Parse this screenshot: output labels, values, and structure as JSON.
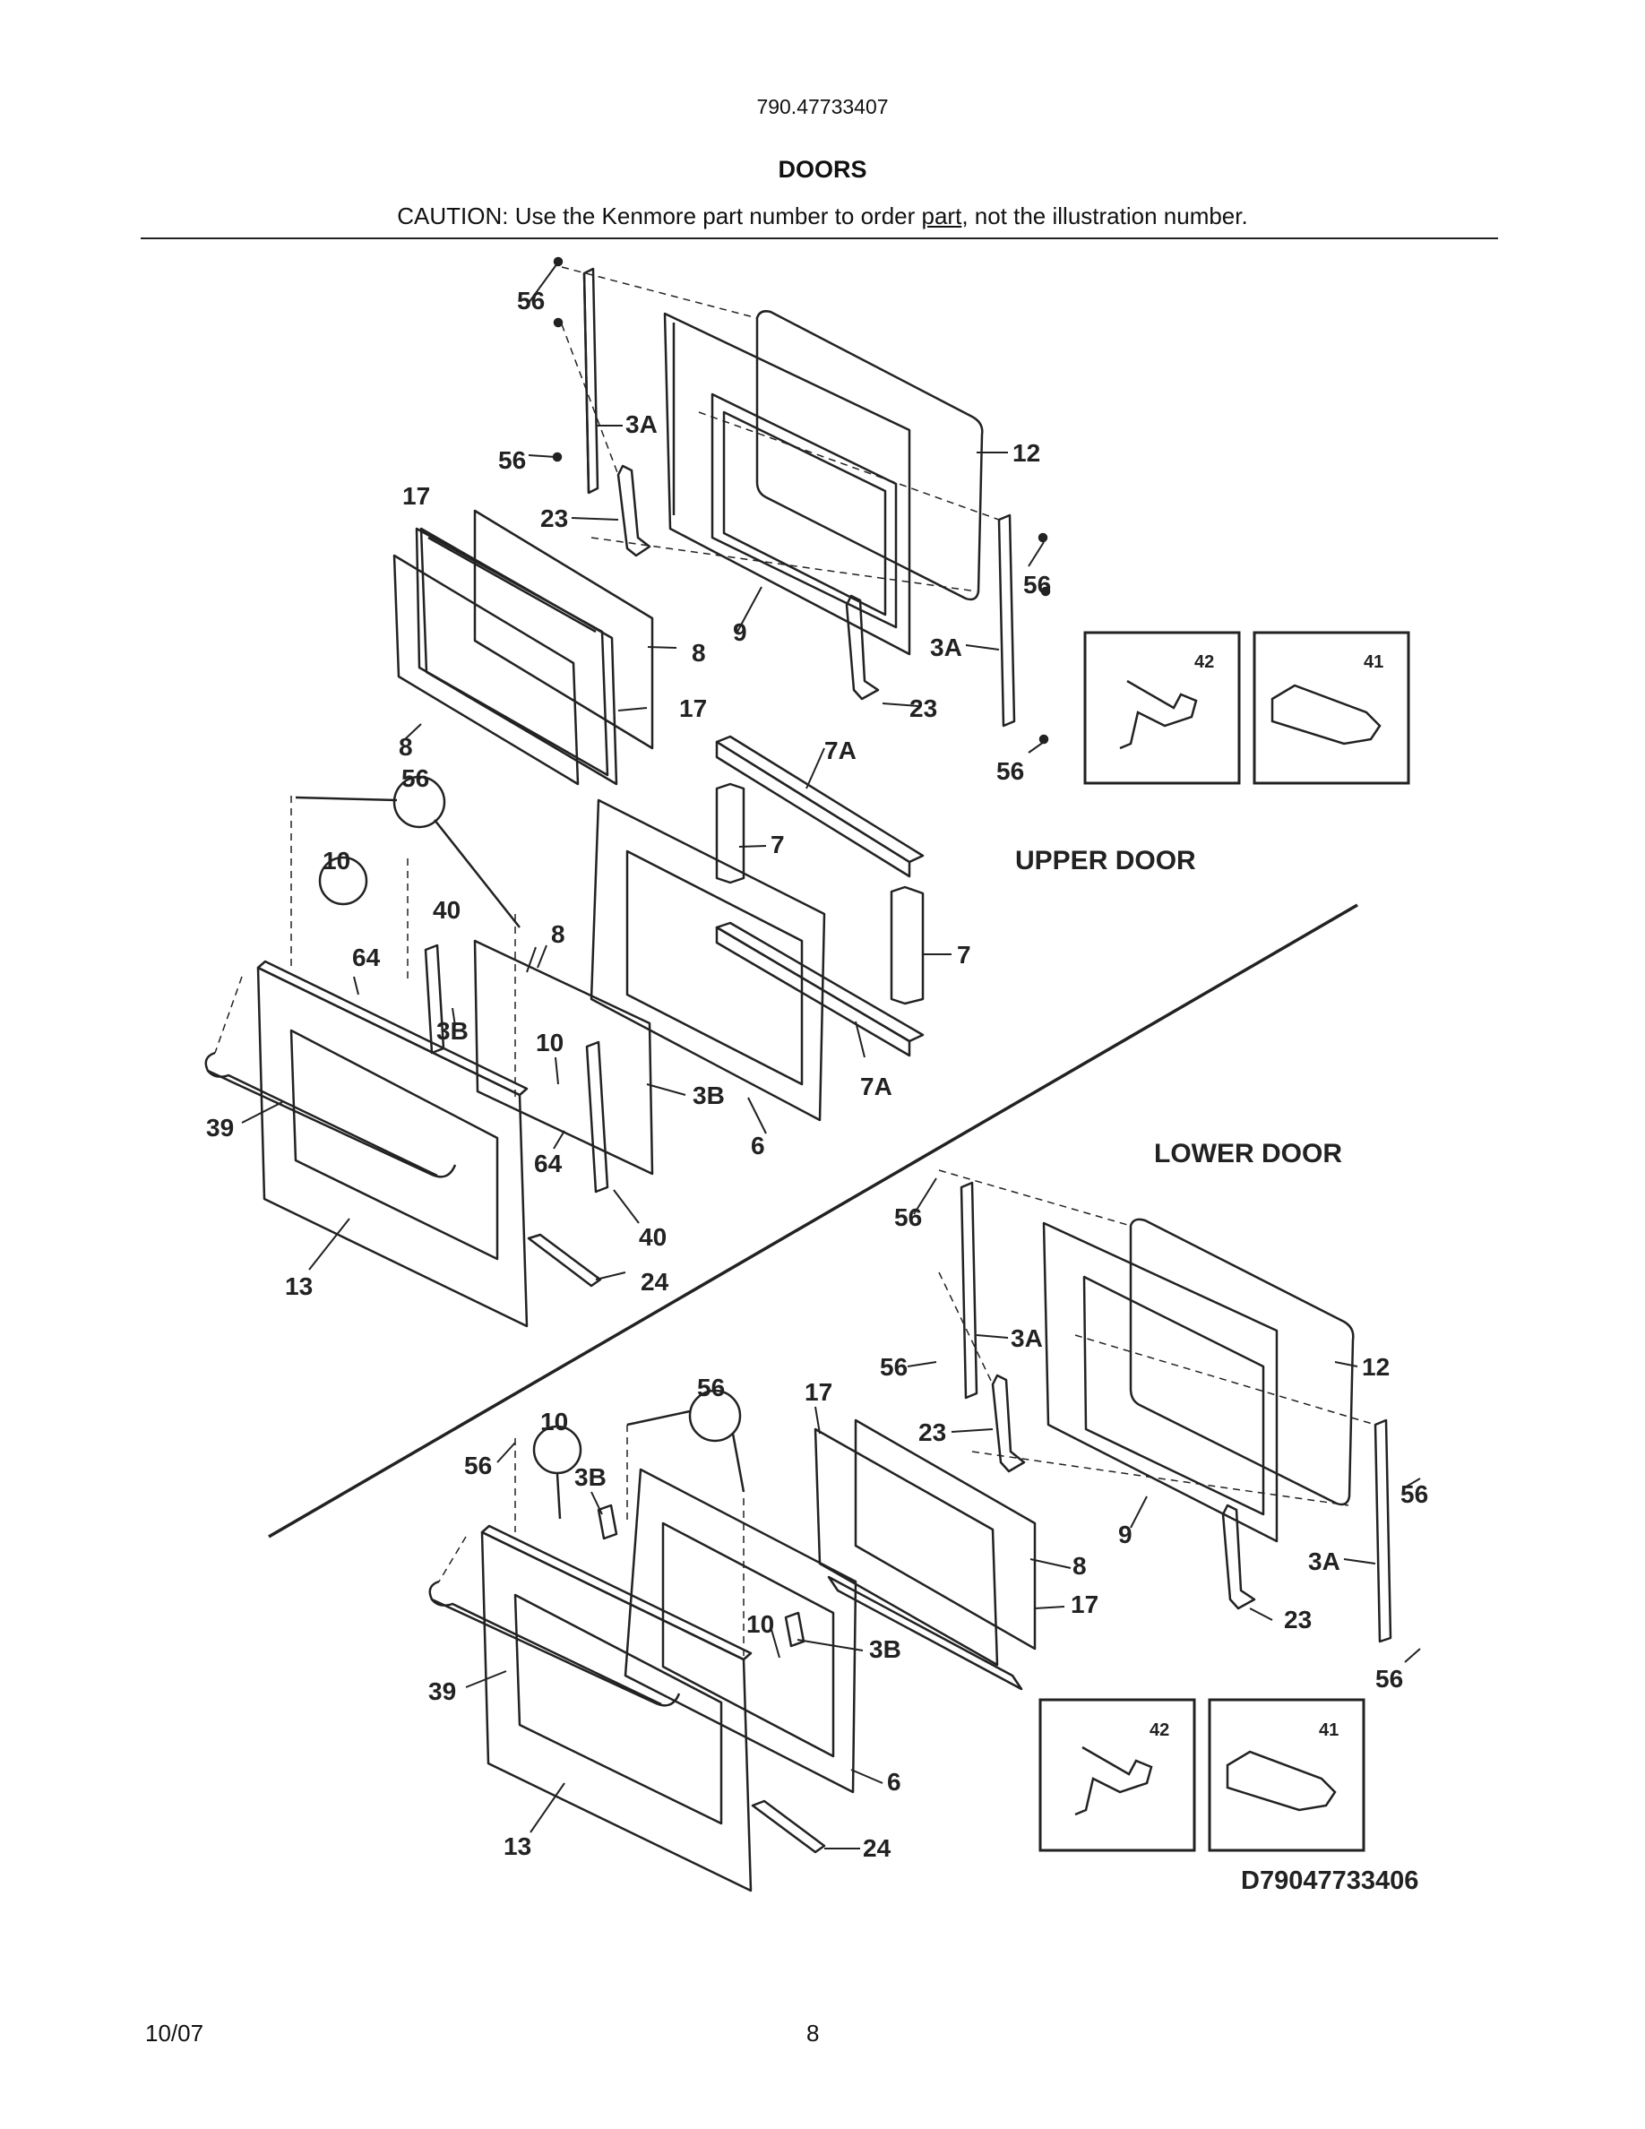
{
  "header": {
    "model_number": "790.47733407",
    "title": "DOORS",
    "caution_prefix": "CAUTION: Use the Kenmore part number to order ",
    "caution_underlined": "part",
    "caution_suffix": ", not the illustration number."
  },
  "sections": {
    "upper": "UPPER DOOR",
    "lower": "LOWER DOOR"
  },
  "diagram_number": "D79047733406",
  "callouts": {
    "upper": {
      "c56a": "56",
      "c3a_top": "3A",
      "c56b": "56",
      "c12": "12",
      "c17_top": "17",
      "c23_top": "23",
      "c56_right": "56",
      "c9": "9",
      "c8_top": "8",
      "c3a_right": "3A",
      "c17_mid": "17",
      "c23_bot": "23",
      "c8_left": "8",
      "c7a_top": "7A",
      "c56_bot": "56",
      "c7_left": "7",
      "c7_right": "7",
      "c7a_bot": "7A",
      "c56_circle": "56",
      "c10_circle": "10",
      "c40_top": "40",
      "c8_glass": "8",
      "c64_top": "64",
      "c3b_left": "3B",
      "c10_mid": "10",
      "c3b_right": "3B",
      "c39": "39",
      "c64_bot": "64",
      "c6": "6",
      "c40_bot": "40",
      "c13": "13",
      "c24": "24"
    },
    "lower": {
      "c56a": "56",
      "c3a_top": "3A",
      "c56b": "56",
      "c12": "12",
      "c17": "17",
      "c23_top": "23",
      "c56_circle": "56",
      "c10_circle": "10",
      "c56_left": "56",
      "c3b_left": "3B",
      "c56_right": "56",
      "c9": "9",
      "c8": "8",
      "c3a_right": "3A",
      "c17_mid": "17",
      "c23_bot": "23",
      "c10_mid": "10",
      "c3b_right": "3B",
      "c56_bot": "56",
      "c39": "39",
      "c6": "6",
      "c13": "13",
      "c24": "24"
    }
  },
  "detail_boxes": {
    "upper_42": "42",
    "upper_41": "41",
    "lower_42": "42",
    "lower_41": "41"
  },
  "footer": {
    "date": "10/07",
    "page": "8"
  }
}
